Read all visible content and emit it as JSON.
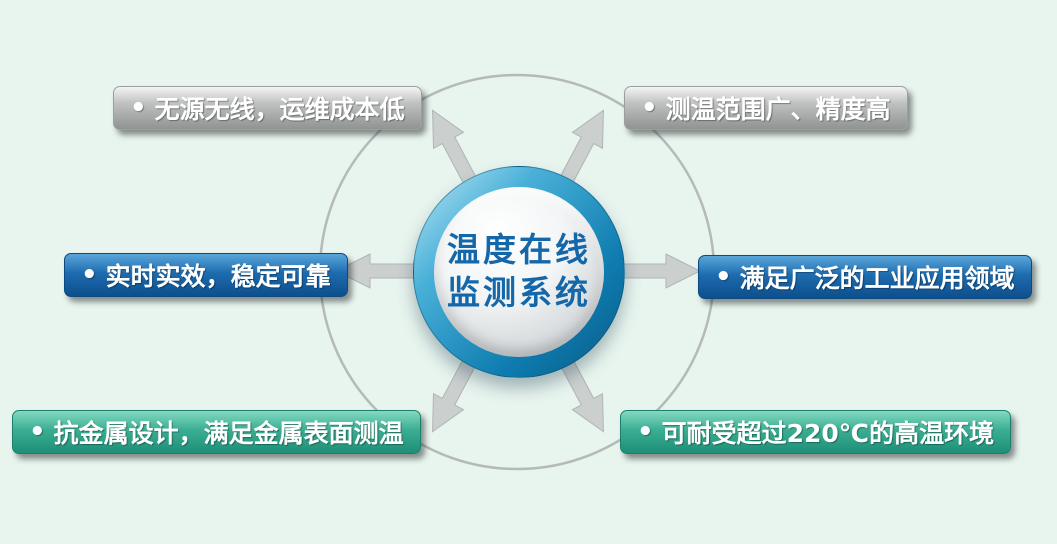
{
  "diagram": {
    "background_color": "#e8f4ee",
    "center": {
      "line1": "温度在线",
      "line2": "监测系统",
      "text_color": "#1467a8",
      "ring_color": "#0e7cb0"
    },
    "features": [
      {
        "id": "top-left",
        "bullet": "•",
        "label": "无源无线，运维成本低",
        "color": "silver"
      },
      {
        "id": "top-right",
        "bullet": "•",
        "label": "测温范围广、精度高",
        "color": "silver"
      },
      {
        "id": "mid-left",
        "bullet": "•",
        "label": "实时实效，稳定可靠",
        "color": "blue"
      },
      {
        "id": "mid-right",
        "bullet": "•",
        "label": "满足广泛的工业应用领域",
        "color": "blue"
      },
      {
        "id": "bottom-left",
        "bullet": "•",
        "label": "抗金属设计，满足金属表面测温",
        "color": "teal"
      },
      {
        "id": "bottom-right",
        "bullet": "•",
        "label": "可耐受超过220℃的高温环境",
        "color": "teal"
      }
    ],
    "colors": {
      "silver_box": "#a9adac",
      "blue_box": "#1d6cb0",
      "teal_box": "#3aae93",
      "arrow": "#cbd0cf",
      "outline_circle": "#b5bab8"
    }
  }
}
